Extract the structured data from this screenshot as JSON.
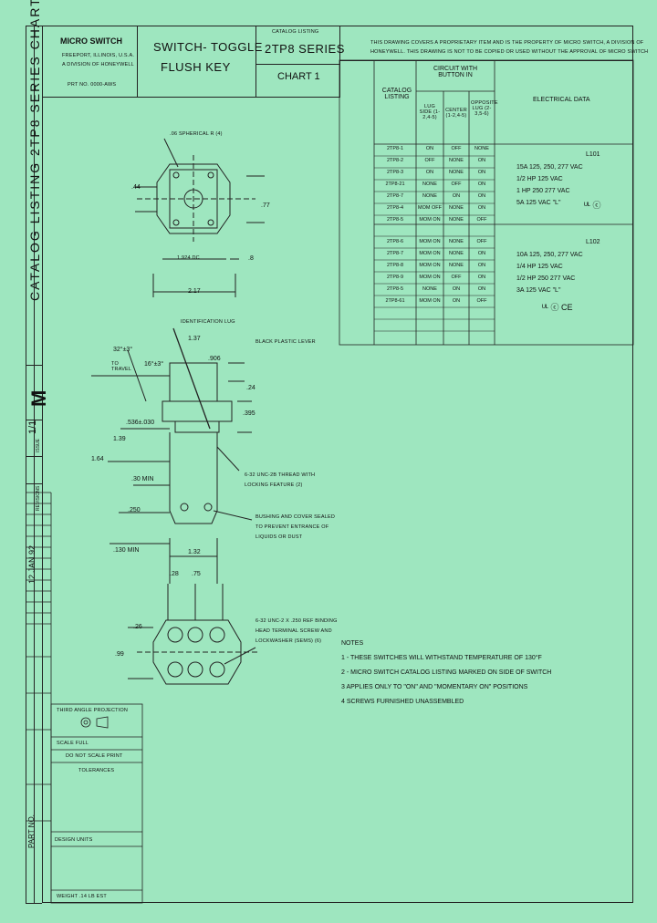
{
  "title_block": {
    "company": "MICRO SWITCH",
    "location": "FREEPORT, ILLINOIS, U.S.A.",
    "division": "A DIVISION OF HONEYWELL",
    "code": "PRT NO. 0000-AWS",
    "title_line1": "SWITCH- TOGGLE",
    "title_line2": "FLUSH KEY",
    "catalog_label": "CATALOG LISTING",
    "series": "2TP8 SERIES",
    "chart": "CHART 1"
  },
  "proprietary_notice": {
    "line1": "THIS DRAWING COVERS A PROPRIETARY ITEM AND IS THE PROPERTY OF MICRO SWITCH, A DIVISION OF",
    "line2": "HONEYWELL. THIS DRAWING IS NOT TO BE COPIED OR USED WITHOUT THE APPROVAL OF MICRO SWITCH"
  },
  "chart": {
    "headers": {
      "catalog": "CATALOG LISTING",
      "circuit": "CIRCUIT WITH BUTTON IN",
      "lug_side": "LUG SIDE (1-2,4-5)",
      "center": "CENTER (1-2,4-5)",
      "opposite": "OPPOSITE LUG (2-3,5-6)",
      "electrical": "ELECTRICAL DATA"
    },
    "rows": [
      [
        "2TP8-1",
        "ON",
        "OFF",
        "NONE"
      ],
      [
        "2TP8-2",
        "OFF",
        "NONE",
        "ON"
      ],
      [
        "2TP8-3",
        "ON",
        "NONE",
        "ON"
      ],
      [
        "2TP8-21",
        "NONE",
        "OFF",
        "ON"
      ],
      [
        "2TP8-7",
        "NONE",
        "ON",
        "ON"
      ],
      [
        "2TP8-4",
        "MOM OFF",
        "NONE",
        "ON"
      ],
      [
        "2TP8-5",
        "MOM ON",
        "NONE",
        "OFF"
      ],
      [
        "2TP8-6",
        "MOM ON",
        "NONE",
        "OFF"
      ],
      [
        "2TP8-7",
        "MOM ON",
        "NONE",
        "ON"
      ],
      [
        "2TP8-8",
        "MOM ON",
        "NONE",
        "ON"
      ],
      [
        "2TP8-9",
        "MOM ON",
        "OFF",
        "ON"
      ],
      [
        "2TP8-5",
        "NONE",
        "ON",
        "ON"
      ],
      [
        "2TP8-61",
        "MOM ON",
        "ON",
        "OFF"
      ]
    ],
    "elec1": {
      "code": "L101",
      "lines": [
        "15A 125, 250, 277 VAC",
        "1/2 HP 125 VAC",
        "1 HP 250 277 VAC",
        "5A 125 VAC \"L\""
      ]
    },
    "elec2": {
      "code": "L102",
      "lines": [
        "10A 125, 250, 277 VAC",
        "1/4 HP 125 VAC",
        "1/2 HP 250 277 VAC",
        "3A 125 VAC \"L\""
      ]
    }
  },
  "dimensions": {
    "spherical": ".06 SPHERICAL R (4)",
    "d044": ".44",
    "d077": ".77",
    "d1924": "1.924 DC",
    "d8": ".8",
    "d217": "2.17",
    "ident_lug": "IDENTIFICATION LUG",
    "d137": "1.37",
    "black_lever": "BLACK PLASTIC LEVER",
    "angle1": "32°±3°",
    "angle_label": "TO TRAVEL",
    "angle2": "16°±3°",
    "d906": ".906",
    "d24": ".24",
    "d395": ".395",
    "d536": ".536±.030",
    "d139": "1.39",
    "d164": "1.64",
    "thread": "6-32 UNC-2B THREAD WITH LOCKING FEATURE (2)",
    "d30min": ".30 MIN",
    "d250": ".250",
    "bushing": "BUSHING AND COVER SEALED TO PREVENT ENTRANCE OF LIQUIDS OR DUST",
    "d130min": ".130 MIN",
    "d132": "1.32",
    "d28": ".28",
    "d75": ".75",
    "d26": ".26",
    "d99": ".99",
    "screw": "6-32 UNC-2 X .250 REF BINDING HEAD TERMINAL SCREW AND LOCKWASHER (SEMS) (6)"
  },
  "notes": {
    "title": "NOTES",
    "items": [
      "1 - THESE SWITCHES WILL WITHSTAND TEMPERATURE OF 130°F",
      "2 - MICRO SWITCH CATALOG LISTING MARKED ON SIDE OF SWITCH",
      "3   APPLIES ONLY TO \"ON\" AND \"MOMENTARY ON\" POSITIONS",
      "4   SCREWS FURNISHED UNASSEMBLED"
    ]
  },
  "left_strip": {
    "vertical_title": "CATALOG LISTING 2TP8 SERIES CHART 1",
    "letter": "M",
    "sheet": "1/1",
    "issue": "ISSUE",
    "revisions": "REVISIONS",
    "date_text": "12 JAN 92",
    "part_no": "PART NO."
  },
  "bottom_block": {
    "projection": "THIRD ANGLE PROJECTION",
    "scale": "SCALE  FULL",
    "do_not_scale": "DO NOT SCALE PRINT",
    "tolerances": "TOLERANCES",
    "design_units": "DESIGN UNITS",
    "weight": "WEIGHT  .14 LB EST"
  }
}
